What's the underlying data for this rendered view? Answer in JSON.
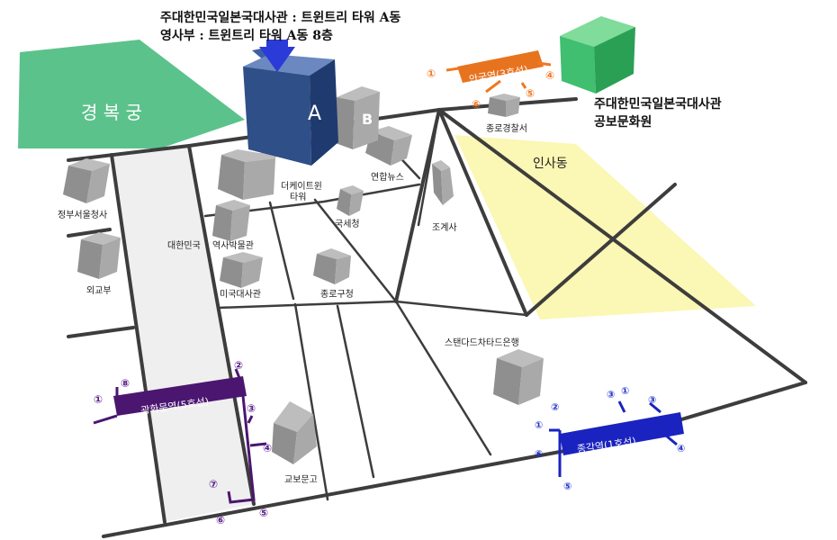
{
  "embassy_title_line1": "주대한민국일본국대사관 : 트윈트리 타워 A동",
  "embassy_title_line2": "영사부 : 트윈트리 타워 A동 8층",
  "pr_center_line1": "주대한민국일본국대사관",
  "pr_center_line2": "공보문화원",
  "areas": {
    "gyeongbokgung": "경 복 궁",
    "insadong": "인사동"
  },
  "towers": {
    "a": "A",
    "b": "B"
  },
  "buildings": {
    "government_complex": "정부서울청사",
    "foreign_ministry": "외교부",
    "daehanminguk": "대한민국",
    "history_museum": "역사박물관",
    "us_embassy": "미국대사관",
    "k_twin_tower_line1": "더케이트윈",
    "k_twin_tower_line2": "타워",
    "yonhap": "연합뉴스",
    "tax_office": "국세청",
    "jogyesa": "조계사",
    "jongno_police": "종로경찰서",
    "jongno_office": "종로구청",
    "standard_chartered": "스탠다드차타드은행",
    "kyobo": "교보문고"
  },
  "stations": {
    "gwanghwamun": "광화문역(5호선)",
    "anguk": "안국역(3호선)",
    "jonggak": "종각역(1호선)"
  },
  "gwanghwamun_exits": [
    "①",
    "②",
    "③",
    "④",
    "⑤",
    "⑥",
    "⑦",
    "⑧"
  ],
  "anguk_exits": [
    "①",
    "④",
    "⑤",
    "⑥"
  ],
  "jonggak_exits": [
    "①",
    "②",
    "③",
    "④",
    "⑤",
    "⑥"
  ],
  "colors": {
    "gyeongbokgung_green": "#5cc28c",
    "insadong_yellow": "#fbf7b4",
    "tower_a_blue": "#2f4f88",
    "gwanghwamun_purple": "#4b1670",
    "anguk_orange": "#e8731e",
    "jonggak_blue": "#1a22c0",
    "pr_center_green": "#3fbf6f"
  }
}
